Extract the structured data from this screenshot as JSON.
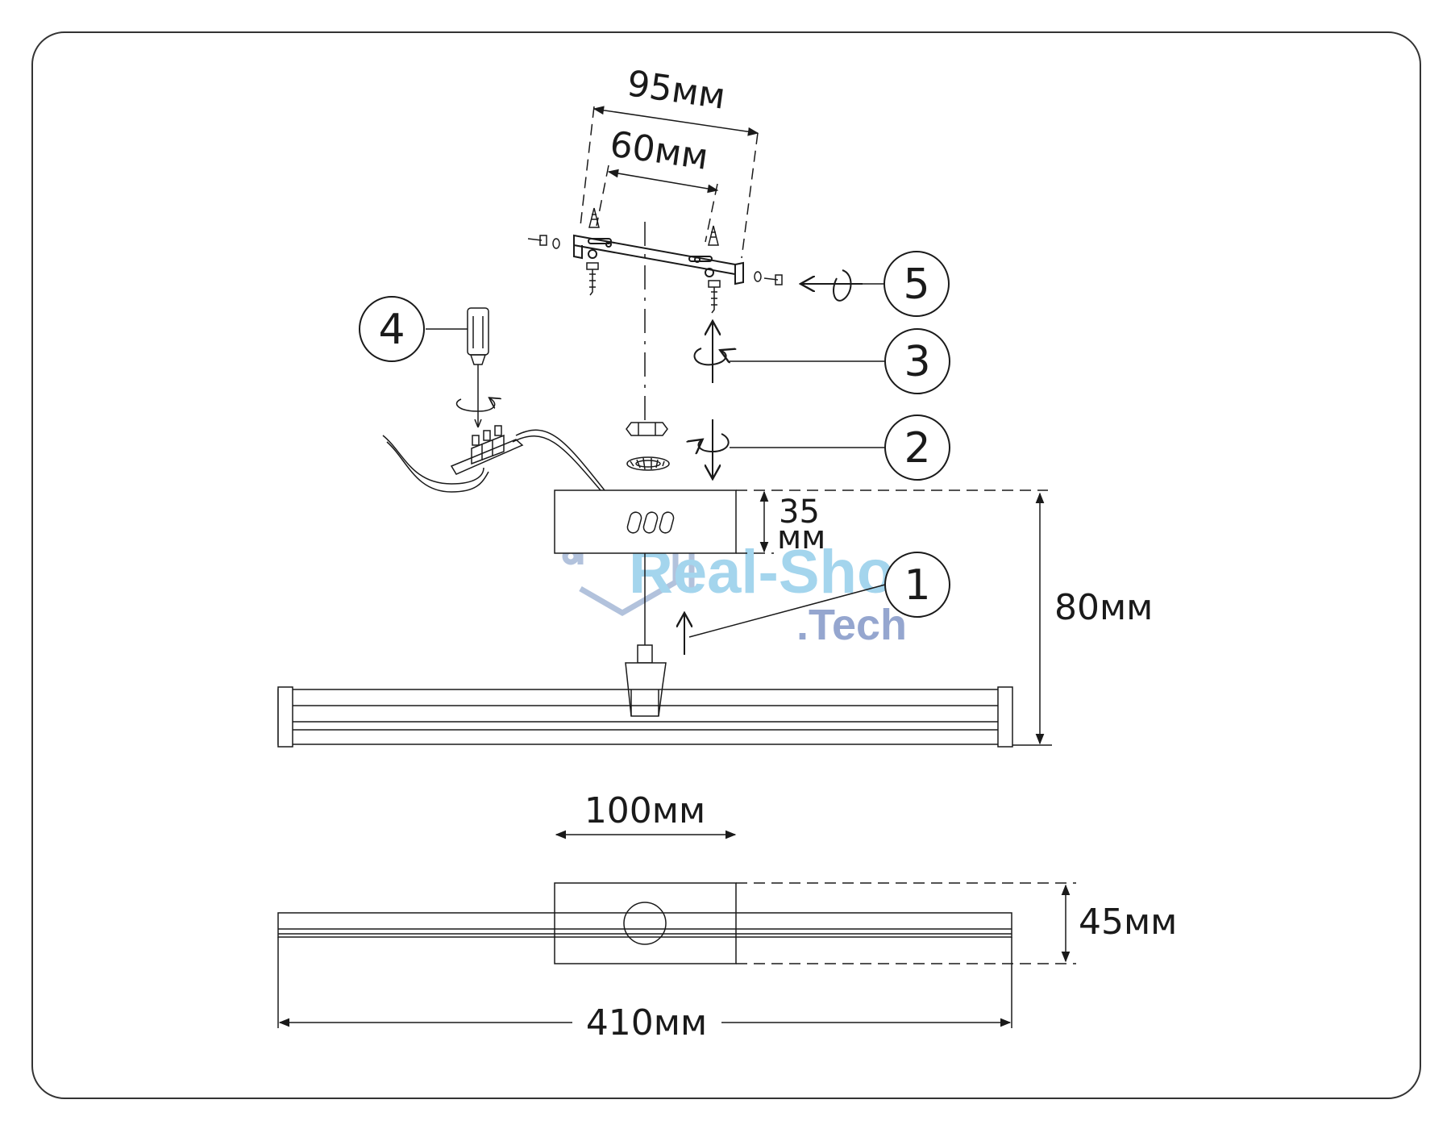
{
  "dimensions": {
    "bracket_outer": "95мм",
    "bracket_inner": "60мм",
    "box_height_top": "35",
    "box_height_bottom": "мм",
    "overall_height": "80мм",
    "box_width": "100мм",
    "depth": "45мм",
    "length": "410мм"
  },
  "callouts": [
    "1",
    "2",
    "3",
    "4",
    "5"
  ],
  "watermark": {
    "main": "Real-Shop",
    "sub": ".Tech",
    "color": "#7fc6e8"
  },
  "colors": {
    "line": "#1a1a1a",
    "frame": "#333333",
    "watermark_icon": "#8fa8c8"
  }
}
